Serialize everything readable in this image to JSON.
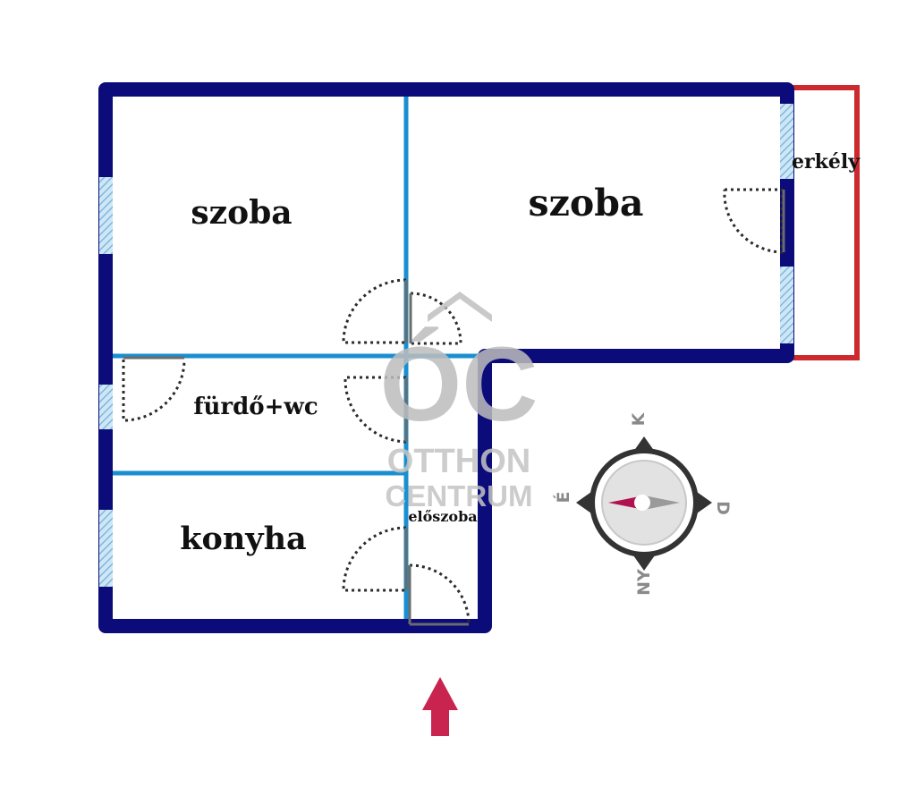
{
  "rooms": {
    "szoba_left": "szoba",
    "szoba_right": "szoba",
    "erkely": "erkély",
    "furdo": "fürdő+wc",
    "konyha": "konyha",
    "eloszoba": "előszoba"
  },
  "watermark": {
    "logo": "ÓC",
    "line1": "OTTHON",
    "line2": "CENTRUM"
  },
  "compass": {
    "north": "K",
    "east": "D",
    "south": "NY",
    "west": "É"
  },
  "colors": {
    "outer_wall": "#0b0b7a",
    "inner_wall": "#1a8fd0",
    "balcony": "#cc2a2f",
    "window": "#9cc8e6",
    "door_arc": "#2b2b2b",
    "entrance_arrow": "#c8244f",
    "watermark": "#b5b5b5",
    "compass_ring": "#333333",
    "needle_north": "#b0124f",
    "needle_south": "#9a9a9a"
  },
  "entrance_arrow_icon": "arrow-up-icon"
}
